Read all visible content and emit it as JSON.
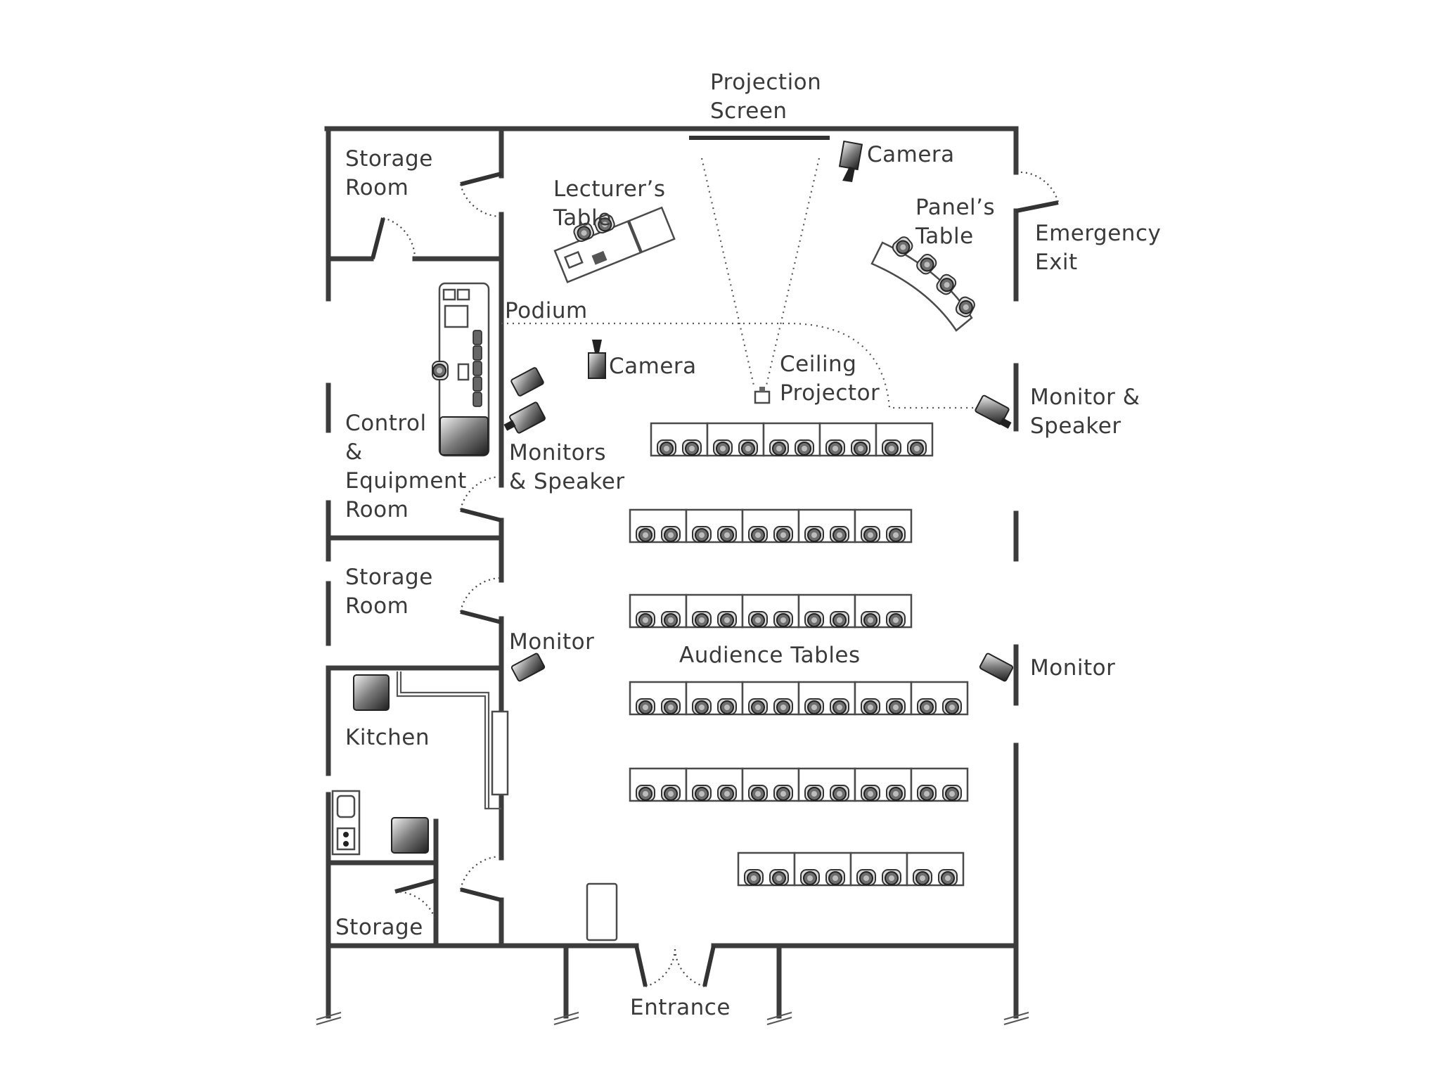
{
  "rooms": {
    "storage_room_top": [
      "Storage",
      "Room"
    ],
    "control_room": [
      "Control",
      "&",
      "Equipment",
      "Room"
    ],
    "storage_room_mid": [
      "Storage",
      "Room"
    ],
    "kitchen": "Kitchen",
    "storage_small": "Storage"
  },
  "labels": {
    "projection_screen": [
      "Projection",
      "Screen"
    ],
    "camera_top": "Camera",
    "lecturers_table": [
      "Lecturer’s",
      "Table"
    ],
    "panels_table": [
      "Panel’s",
      "Table"
    ],
    "emergency_exit": [
      "Emergency",
      "Exit"
    ],
    "podium": "Podium",
    "camera_center": "Camera",
    "ceiling_projector": [
      "Ceiling",
      "Projector"
    ],
    "monitor_speaker_right": [
      "Monitor &",
      "Speaker"
    ],
    "monitors_speaker_left": [
      "Monitors",
      "& Speaker"
    ],
    "monitor_left": "Monitor",
    "monitor_right": "Monitor",
    "audience_tables": "Audience Tables",
    "entrance": "Entrance"
  },
  "audience_rows": [
    {
      "tables": 5
    },
    {
      "tables": 5
    },
    {
      "tables": 5
    },
    {
      "tables": 6
    },
    {
      "tables": 6
    },
    {
      "tables": 4
    }
  ],
  "colors": {
    "wall": "#3c3c3c",
    "text": "#3a3a3a",
    "background": "#ffffff"
  }
}
